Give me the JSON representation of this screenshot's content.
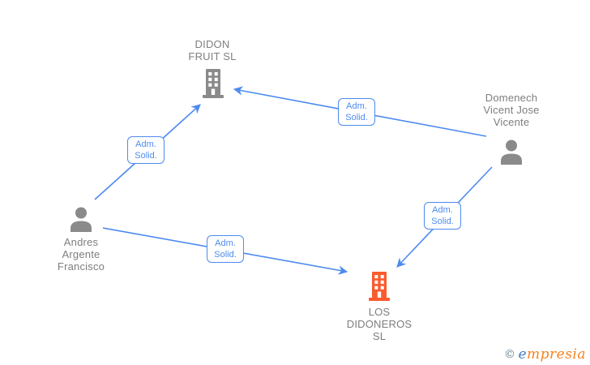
{
  "page": {
    "background": "#ffffff"
  },
  "colors": {
    "edge_blue": "#4d8bf0",
    "icon_gray": "#8a8a8a",
    "label_gray": "#7e7e7e",
    "company_orange": "#fb5a2d"
  },
  "nodes": {
    "didon_fruit": {
      "type": "company",
      "icon": "building-icon",
      "color": "gray",
      "lines": [
        "DIDON",
        "FRUIT SL"
      ]
    },
    "domenech": {
      "type": "person",
      "icon": "person-icon",
      "color": "gray",
      "lines": [
        "Domenech",
        "Vicent Jose",
        "Vicente"
      ]
    },
    "andres": {
      "type": "person",
      "icon": "person-icon",
      "color": "gray",
      "lines": [
        "Andres",
        "Argente",
        "Francisco"
      ]
    },
    "los_didoneros": {
      "type": "company",
      "icon": "building-icon",
      "color": "orange",
      "lines": [
        "LOS",
        "DIDONEROS",
        "SL"
      ]
    }
  },
  "edges": [
    {
      "from": "domenech",
      "to": "didon_fruit",
      "label": [
        "Adm.",
        "Solid."
      ]
    },
    {
      "from": "andres",
      "to": "didon_fruit",
      "label": [
        "Adm.",
        "Solid."
      ]
    },
    {
      "from": "andres",
      "to": "los_didoneros",
      "label": [
        "Adm.",
        "Solid."
      ]
    },
    {
      "from": "domenech",
      "to": "los_didoneros",
      "label": [
        "Adm.",
        "Solid."
      ]
    }
  ],
  "watermark": {
    "copyright": "©",
    "brand_first_letter": "e",
    "brand_rest": "mpresia"
  }
}
